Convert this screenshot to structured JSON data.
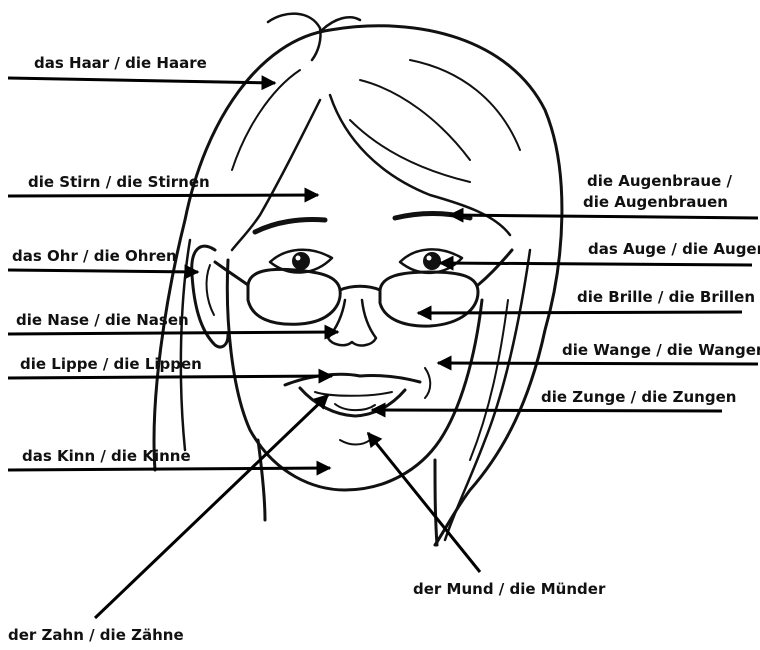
{
  "labels": {
    "hair": "das Haar / die Haare",
    "forehead": "die Stirn / die Stirnen",
    "ear": "das Ohr / die Ohren",
    "nose": "die Nase / die Nasen",
    "lip": "die Lippe / die Lippen",
    "chin": "das Kinn / die Kinne",
    "tooth": "der Zahn / die Zähne",
    "eyebrow_1": "die Augenbraue /",
    "eyebrow_2": "die Augenbrauen",
    "eye": "das Auge / die Augen",
    "glasses": "die Brille / die Brillen",
    "cheek": "die Wange / die Wangen",
    "tongue": "die Zunge / die Zungen",
    "mouth": "der Mund / die Münder"
  }
}
